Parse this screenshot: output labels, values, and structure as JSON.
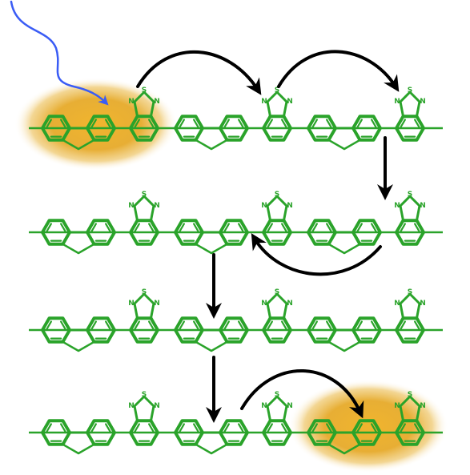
{
  "colors": {
    "molecule": "#2aa32a",
    "excitation_arrow": "#3a5cf5",
    "hop_arrow": "#000000",
    "exciton_glow": "#e2a722",
    "background": "#ffffff"
  },
  "atom_labels": {
    "sulfur": "S",
    "nitrogen": "N"
  },
  "chains": [
    {
      "id": "chain-1",
      "units": 3,
      "terminal": "right",
      "highlight_unit": 0,
      "highlight_part": "start"
    },
    {
      "id": "chain-2",
      "units": 3,
      "terminal": "right",
      "highlight_unit": null
    },
    {
      "id": "chain-3",
      "units": 3,
      "terminal": "right",
      "highlight_unit": null
    },
    {
      "id": "chain-4",
      "units": 3,
      "terminal": "right",
      "highlight_unit": 2,
      "highlight_part": "end"
    }
  ],
  "arrows": [
    {
      "id": "hop-1",
      "kind": "curve"
    },
    {
      "id": "hop-2",
      "kind": "curve"
    },
    {
      "id": "hop-3",
      "kind": "down"
    },
    {
      "id": "hop-4",
      "kind": "curve-back"
    },
    {
      "id": "hop-5",
      "kind": "down"
    },
    {
      "id": "hop-6",
      "kind": "down"
    },
    {
      "id": "hop-7",
      "kind": "curve"
    }
  ],
  "icons": [
    "excitation-arrow-icon",
    "benzothiadiazole-icon",
    "fluorene-icon"
  ]
}
